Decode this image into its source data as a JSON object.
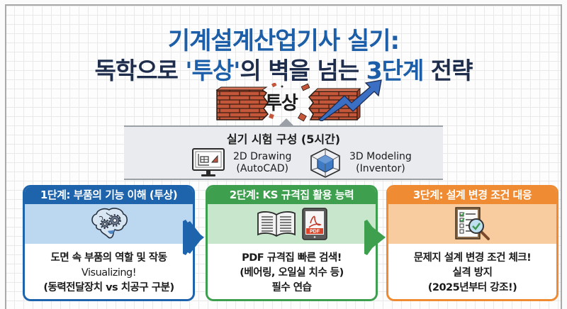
{
  "title": {
    "line1": "기계설계산업기사 실기:",
    "line2_prefix": "독학으로 ",
    "line2_highlight1": "'투상'",
    "line2_middle": "의 벽을 넘는 ",
    "line2_highlight2": "3단계",
    "line2_suffix": " 전략"
  },
  "wall": {
    "label": "투상",
    "icons": [
      "brick-wall-icon",
      "trend-up-arrow-icon"
    ]
  },
  "exam": {
    "title": "실기 시험 구성 (5시간)",
    "items": [
      {
        "icon": "monitor-drawing-icon",
        "line1": "2D Drawing",
        "line2": "(AutoCAD)"
      },
      {
        "icon": "cube-3d-icon",
        "line1": "3D Modeling",
        "line2": "(Inventor)"
      }
    ]
  },
  "steps": [
    {
      "header": "1단계: 부품의 기능 이해 (투상)",
      "icon": "brain-gears-icon",
      "lines": [
        "도면 속 부품의 역할 및 작동",
        "Visualizing!",
        "(동력전달장치 vs 치공구 구분)"
      ],
      "color": "#1d64ad"
    },
    {
      "header": "2단계: KS 규격집 활용 능력",
      "icon": "book-pdf-icon",
      "icon_label": "PDF",
      "lines": [
        "PDF 규격집 빠른 검색!",
        "(베어링, 오일실 치수 등)",
        "필수 연습"
      ],
      "color": "#3ea04f"
    },
    {
      "header": "3단계: 설계 변경 조건 대응",
      "icon": "checklist-magnifier-icon",
      "lines": [
        "문제지 설계 변경 조건 체크!",
        "실격 방지",
        "(2025년부터 강조!)"
      ],
      "color": "#ee8b33"
    }
  ],
  "colors": {
    "title_blue": "#1c5fa8",
    "title_navy": "#1f2d4d",
    "step1": "#1d64ad",
    "step2": "#3ea04f",
    "step3": "#ee8b33"
  }
}
